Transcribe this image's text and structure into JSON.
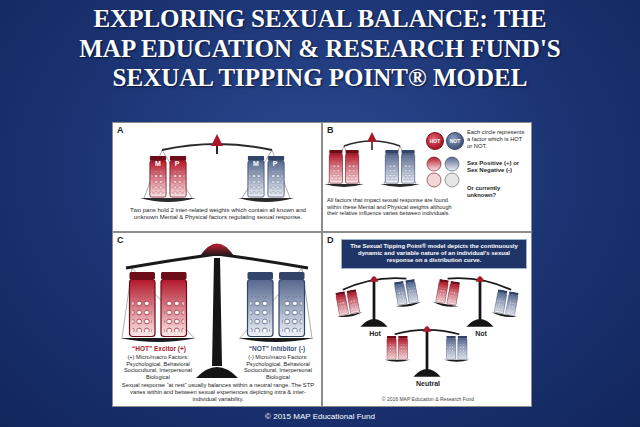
{
  "diagram": {
    "title": "EXPLORING SEXUAL BALANCE: THE MAP EDUCATION & RESEARCH FUND'S SEXUAL TIPPING POINT® MODEL",
    "nodes": [
      {
        "text": [
          "A",
          "Two pans hold 2 inter-related weights which contain all known and unknown Mental & Physical factors regulating sexual response."
        ]
      },
      {
        "text": [
          "B",
          "Each circle represents a factor which is HOT or NOT.",
          "Sex Positive (+) or Sex Negative (-)",
          "Or currently unknown?",
          "All factors that impact sexual response are found within these Mental and Physical weights although their relative influence varies between individuals."
        ]
      },
      {
        "text": [
          "HOT"
        ],
        "in": 1
      },
      {
        "text": [
          "NOT"
        ],
        "in": 1
      },
      {
        "text": [
          "C",
          "“HOT” Excitor (+)",
          "(+) Micro/macro Factors: Psychological, Behavioral Sociocultural, Interpersonal Biological",
          "“NOT” Inhibitor (-)",
          "(-) Micro/macro Factors: Psychological, Behavioral Sociocultural, Interpersonal Biological",
          "Sexual response “at rest” usually balances within a neutral range. The STP varies within and between sexual experiences depicting intra & inter-individual variability."
        ]
      },
      {
        "text": [
          "D",
          "Hot",
          "Not",
          "Neutral",
          "© 2016 MAP Education & Research Fund"
        ]
      },
      {
        "text": [
          "The Sexual Tipping Point® model depicts the continuously dynamic and variable nature of an individual's sexual response on a distribution curve."
        ],
        "in": 5
      }
    ],
    "labels": [
      "M",
      "P",
      "M",
      "P",
      "© 2015 MAP Educational Fund"
    ]
  }
}
